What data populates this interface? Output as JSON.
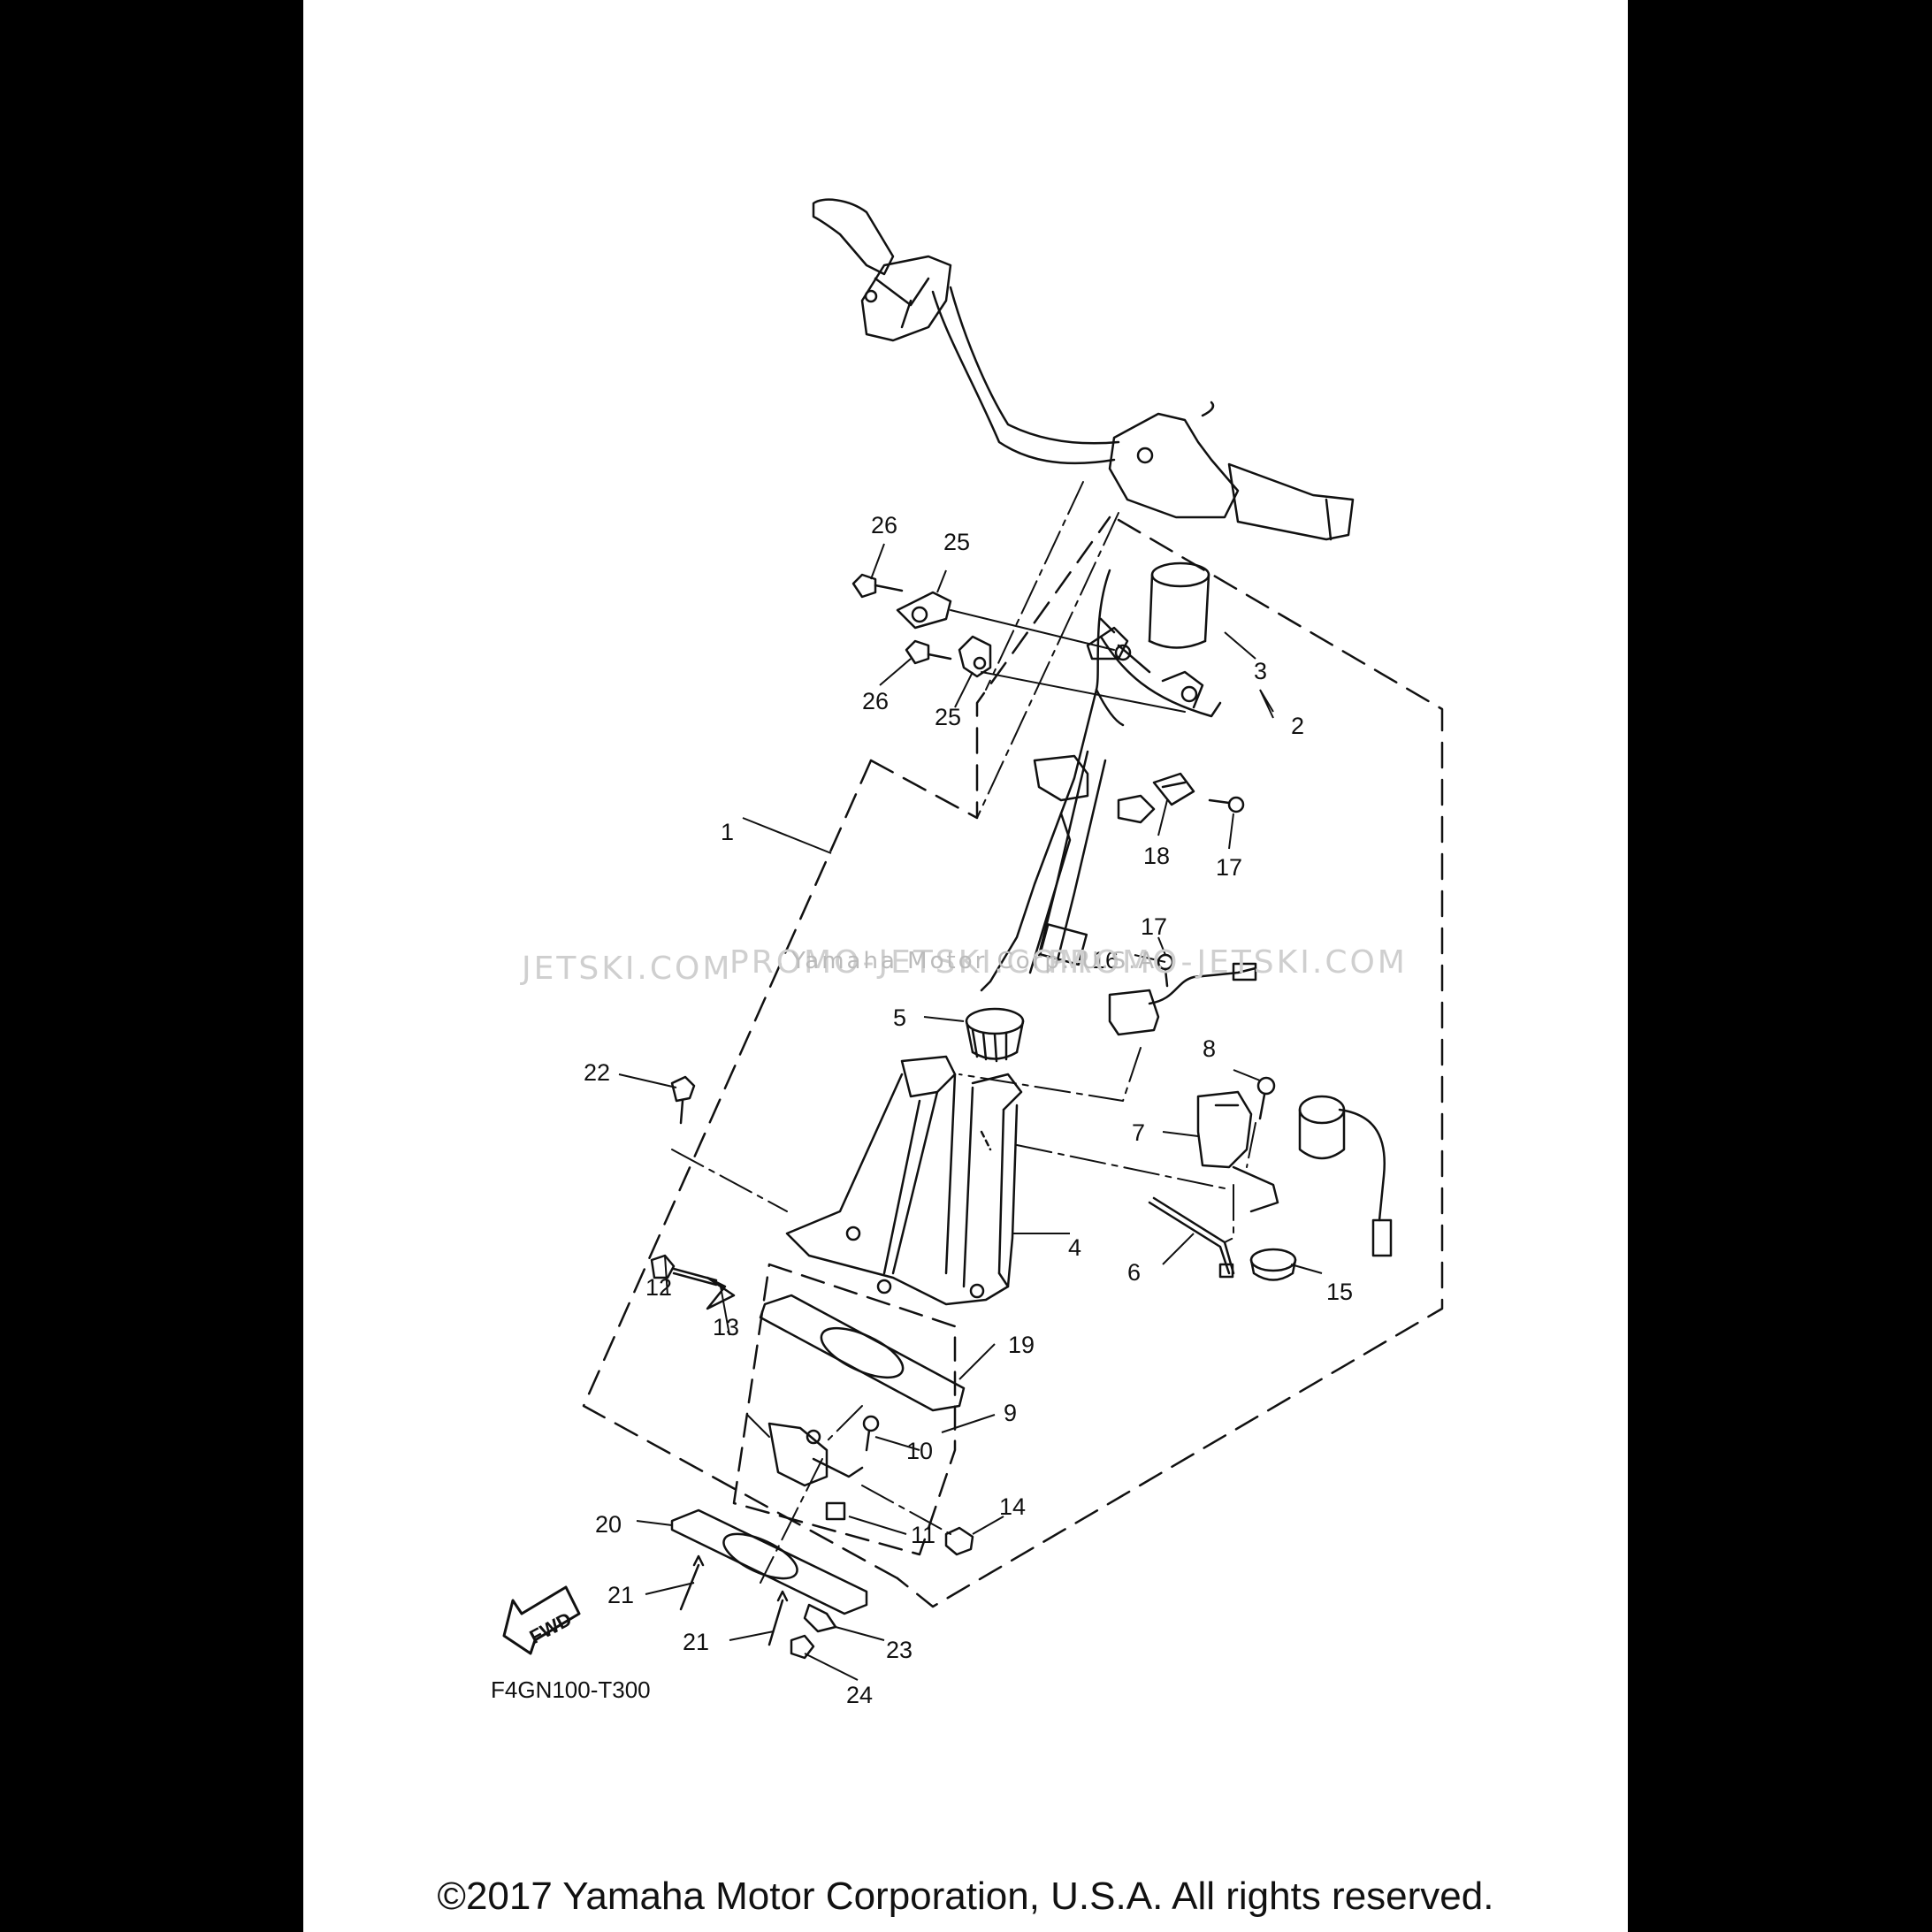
{
  "diagram": {
    "reference_code": "F4GN100-T300",
    "fwd_label": "FWD",
    "watermarks": [
      "JETSKI.COM",
      "PROMO-JETSKI.COM",
      "PROMO-JETSKI.COM"
    ],
    "watermark_note": "Yamaha Motor Corp. U.S.A.",
    "callouts": [
      {
        "id": "c1",
        "label": "1"
      },
      {
        "id": "c2",
        "label": "2"
      },
      {
        "id": "c3",
        "label": "3"
      },
      {
        "id": "c4",
        "label": "4"
      },
      {
        "id": "c5",
        "label": "5"
      },
      {
        "id": "c6",
        "label": "6"
      },
      {
        "id": "c7",
        "label": "7"
      },
      {
        "id": "c8",
        "label": "8"
      },
      {
        "id": "c9",
        "label": "9"
      },
      {
        "id": "c10",
        "label": "10"
      },
      {
        "id": "c11",
        "label": "11"
      },
      {
        "id": "c12",
        "label": "12"
      },
      {
        "id": "c13",
        "label": "13"
      },
      {
        "id": "c14",
        "label": "14"
      },
      {
        "id": "c15",
        "label": "15"
      },
      {
        "id": "c16",
        "label": "16"
      },
      {
        "id": "c17a",
        "label": "17"
      },
      {
        "id": "c17b",
        "label": "17"
      },
      {
        "id": "c18",
        "label": "18"
      },
      {
        "id": "c19",
        "label": "19"
      },
      {
        "id": "c20",
        "label": "20"
      },
      {
        "id": "c21a",
        "label": "21"
      },
      {
        "id": "c21b",
        "label": "21"
      },
      {
        "id": "c22",
        "label": "22"
      },
      {
        "id": "c23",
        "label": "23"
      },
      {
        "id": "c24",
        "label": "24"
      },
      {
        "id": "c25a",
        "label": "25"
      },
      {
        "id": "c25b",
        "label": "25"
      },
      {
        "id": "c26a",
        "label": "26"
      },
      {
        "id": "c26b",
        "label": "26"
      }
    ]
  },
  "footer": {
    "copyright": "©2017 Yamaha Motor Corporation, U.S.A. All rights reserved."
  }
}
